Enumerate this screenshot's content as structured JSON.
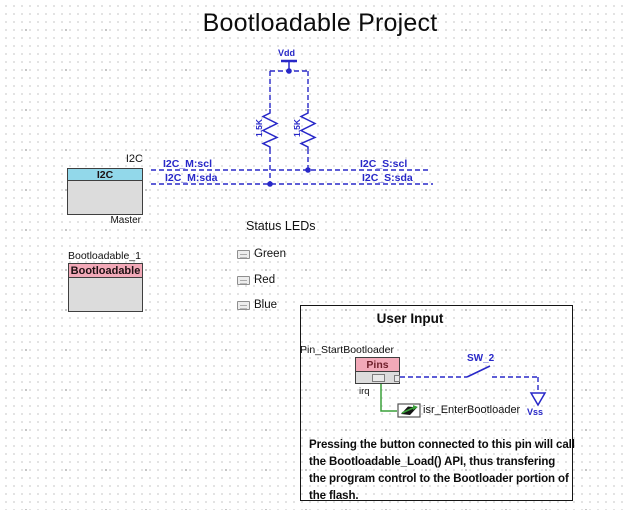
{
  "title": "Bootloadable Project",
  "colors": {
    "schematic_blue": "#2828c8",
    "wire_green": "#3aa13a",
    "header_pink": "#f2a9b8",
    "header_cyan": "#92d8ea",
    "component_gray": "#dcdcdc"
  },
  "power": {
    "vdd_label": "Vdd",
    "vss_label": "Vss",
    "resistor_left_value": "1.5K",
    "resistor_right_value": "1.5K"
  },
  "i2c_component": {
    "instance_label": "I2C",
    "header": "I2C",
    "footer": "Master"
  },
  "wire_labels": {
    "master_scl": "I2C_M:scl",
    "master_sda": "I2C_M:sda",
    "slave_scl": "I2C_S:scl",
    "slave_sda": "I2C_S:sda"
  },
  "bootloadable_component": {
    "instance_label": "Bootloadable_1",
    "header": "Bootloadable"
  },
  "status_leds": {
    "title": "Status LEDs",
    "items": [
      {
        "label": "Green"
      },
      {
        "label": "Red"
      },
      {
        "label": "Blue"
      }
    ]
  },
  "user_input": {
    "title": "User Input",
    "pin_instance_label": "Pin_StartBootloader",
    "pins_header": "Pins",
    "irq_label": "irq",
    "switch_label": "SW_2",
    "isr_label": "isr_EnterBootloader",
    "description": "Pressing the button connected to this pin will call the Bootloadable_Load() API, thus transfering the program control to the Bootloader portion of the flash."
  }
}
